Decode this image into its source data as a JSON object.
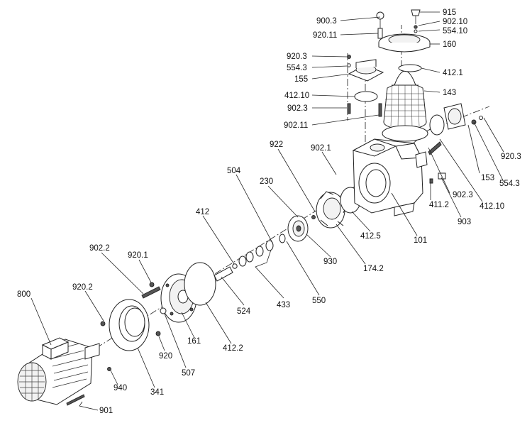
{
  "diagram": {
    "labels": [
      "915",
      "902.10",
      "554.10",
      "160",
      "900.3",
      "920.11",
      "920.3",
      "554.3",
      "155",
      "412.1",
      "143",
      "412.10",
      "902.3",
      "902.11",
      "922",
      "902.1",
      "920.3",
      "153",
      "554.3",
      "412.10",
      "902.3",
      "411.2",
      "903",
      "504",
      "230",
      "412.5",
      "101",
      "412",
      "930",
      "174.2",
      "902.2",
      "920.1",
      "433",
      "550",
      "524",
      "800",
      "920.2",
      "161",
      "412.2",
      "920",
      "507",
      "940",
      "341",
      "901"
    ]
  }
}
